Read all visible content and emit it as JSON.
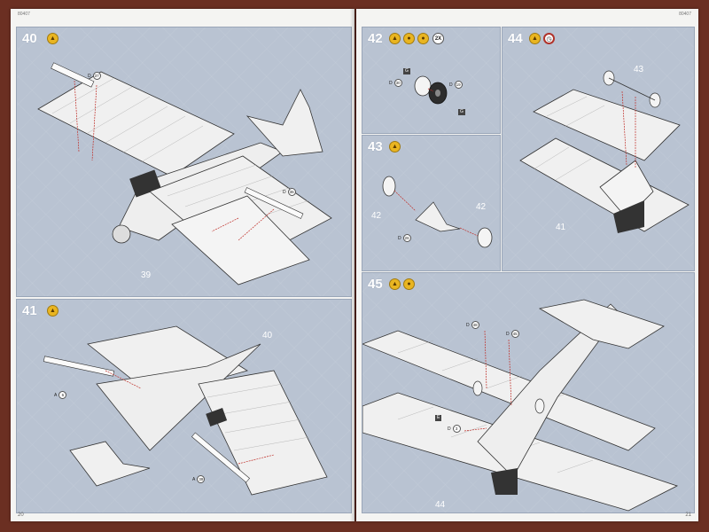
{
  "booklet": {
    "left_page": {
      "code": "80407",
      "page_number": "20",
      "steps": [
        {
          "number": "40",
          "parts": [
            {
              "letter": "D",
              "number": "37"
            },
            {
              "letter": "D",
              "number": "36"
            }
          ],
          "refs": [
            "39"
          ]
        },
        {
          "number": "41",
          "parts": [
            {
              "letter": "A",
              "number": "6"
            },
            {
              "letter": "A",
              "number": "39"
            }
          ],
          "refs": [
            "40"
          ]
        }
      ]
    },
    "right_page": {
      "code": "80407",
      "page_number": "21",
      "steps": [
        {
          "number": "42",
          "multiplier": "2X",
          "parts": [
            {
              "letter": "D",
              "number": "30"
            },
            {
              "letter": "D",
              "number": "19"
            }
          ],
          "flags": [
            "G",
            "G"
          ],
          "refs": []
        },
        {
          "number": "43",
          "parts": [
            {
              "letter": "D",
              "number": "26"
            }
          ],
          "refs": [
            "42",
            "42"
          ]
        },
        {
          "number": "44",
          "parts": [],
          "refs": [
            "43",
            "41"
          ]
        },
        {
          "number": "45",
          "parts": [
            {
              "letter": "D",
              "number": "48"
            },
            {
              "letter": "D",
              "number": "45"
            },
            {
              "letter": "D",
              "number": "3"
            }
          ],
          "flags": [
            "E"
          ],
          "refs": [
            "44"
          ]
        }
      ]
    }
  },
  "colors": {
    "background": "#6b2f22",
    "page": "#f4f4f2",
    "panel": "#b9c3d2",
    "accent_glue": "#e9b521",
    "arrow": "#c0302a"
  },
  "icons": [
    "glue-bottle-icon",
    "cement-icon",
    "clock-icon"
  ]
}
